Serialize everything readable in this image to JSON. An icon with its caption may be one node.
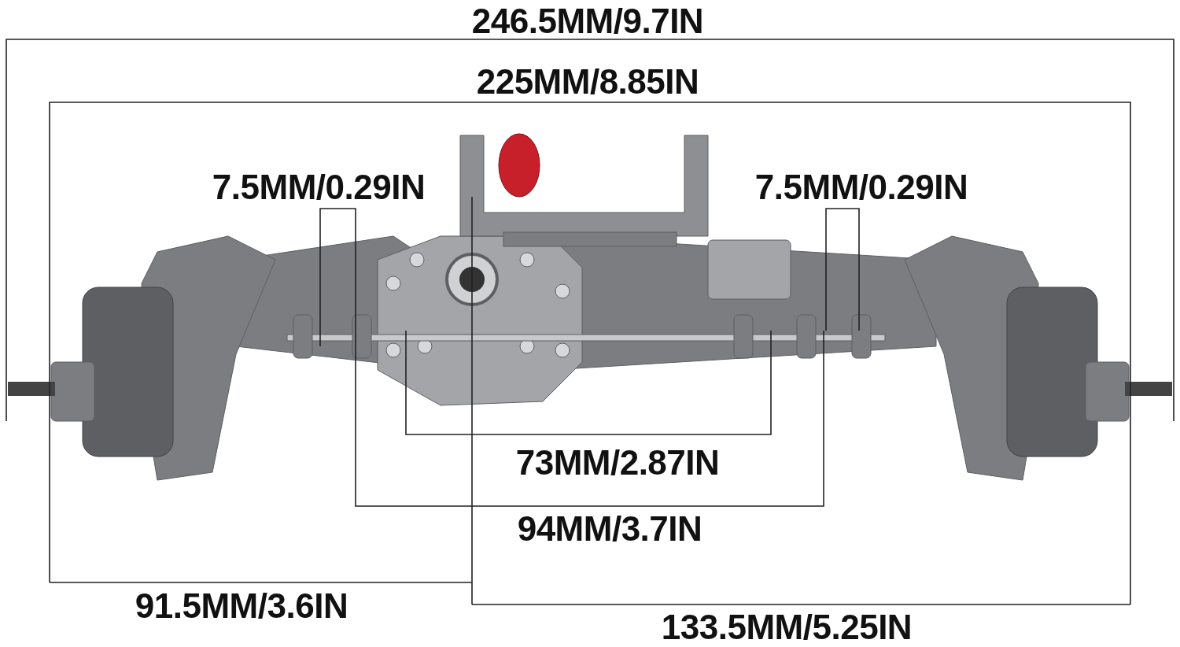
{
  "diagram": {
    "labels": [
      "246.5MM/9.7IN",
      "225MM/8.85IN",
      "7.5MM/0.29IN",
      "7.5MM/0.29IN",
      "73MM/2.87IN",
      "94MM/3.7IN",
      "91.5MM/3.6IN",
      "133.5MM/5.25IN"
    ]
  }
}
